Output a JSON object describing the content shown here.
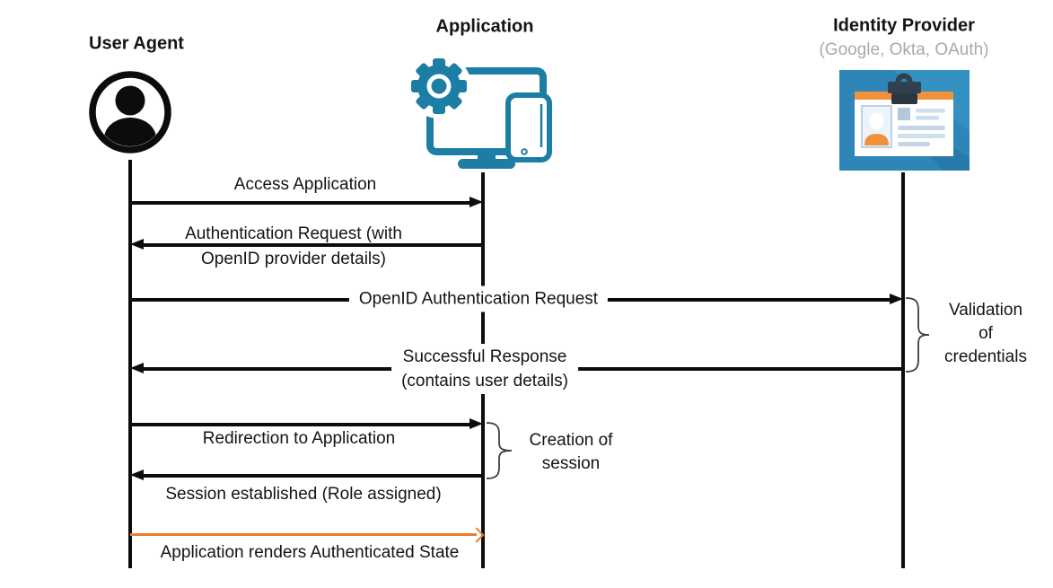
{
  "diagram_type": "sequence-diagram",
  "actors": [
    {
      "name": "User Agent",
      "subtitle": "",
      "icon": "user-icon"
    },
    {
      "name": "Application",
      "subtitle": "",
      "icon": "application-devices-icon"
    },
    {
      "name": "Identity Provider",
      "subtitle": "(Google, Okta, OAuth)",
      "icon": "id-card-icon"
    }
  ],
  "messages": [
    {
      "label": "Access Application",
      "from": "User Agent",
      "to": "Application",
      "direction": "right"
    },
    {
      "label": "Authentication Request (with OpenID provider details)",
      "line1": "Authentication Request (with",
      "line2": "OpenID provider details)",
      "from": "Application",
      "to": "User Agent",
      "direction": "left"
    },
    {
      "label": "OpenID Authentication Request",
      "from": "User Agent",
      "to": "Identity Provider",
      "direction": "right"
    },
    {
      "label": "Successful Response (contains user details)",
      "line1": "Successful Response",
      "line2": "(contains user details)",
      "from": "Identity Provider",
      "to": "User Agent",
      "direction": "left"
    },
    {
      "label": "Redirection to Application",
      "from": "User Agent",
      "to": "Application",
      "direction": "right"
    },
    {
      "label": "Session established (Role assigned)",
      "from": "Application",
      "to": "User Agent",
      "direction": "left"
    },
    {
      "label": "Application renders Authenticated State",
      "from": "User Agent",
      "to": "Application",
      "direction": "right",
      "color": "#ED7D31"
    }
  ],
  "annotations": [
    {
      "line1": "Validation",
      "line2": "of",
      "line3": "credentials",
      "attached_to": "Identity Provider"
    },
    {
      "line1": "Creation of",
      "line2": "session",
      "attached_to": "Application"
    }
  ],
  "colors": {
    "text": "#141414",
    "line_black": "#0d0d0d",
    "subtitle_gray": "#A9A9A9",
    "highlight_orange": "#ED7D31",
    "app_icon_teal": "#1C7EA4",
    "idp_bg_blue": "#2E86B8",
    "idp_orange": "#F0913B"
  }
}
